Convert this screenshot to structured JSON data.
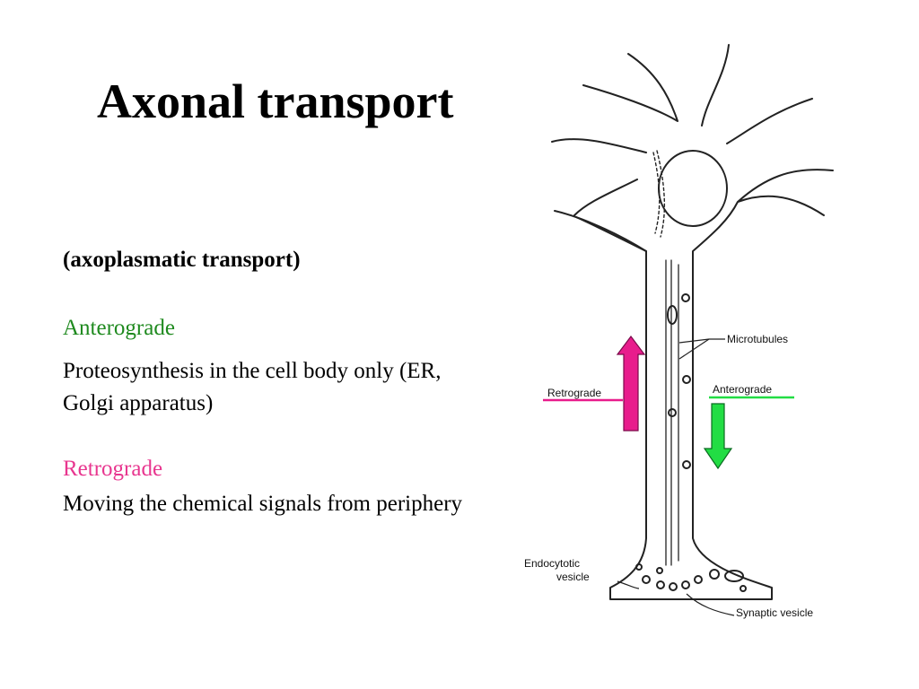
{
  "slide": {
    "title": "Axonal transport",
    "subtitle": "(axoplasmatic transport)",
    "anterograde_heading": "Anterograde",
    "anterograde_text": "Proteosynthesis in the cell body only (ER, Golgi apparatus)",
    "retrograde_heading": "Retrograde",
    "retrograde_text": "Moving the chemical signals from periphery"
  },
  "diagram": {
    "labels": {
      "microtubules": "Microtubules",
      "retrograde": "Retrograde",
      "anterograde": "Anterograde",
      "endocytotic_line1": "Endocytotic",
      "endocytotic_line2": "vesicle",
      "synaptic": "Synaptic vesicle"
    },
    "colors": {
      "anterograde": "#22dd44",
      "retrograde": "#e81c8c",
      "anterograde_text": "#1f8a1f",
      "retrograde_text": "#e8368f"
    }
  }
}
